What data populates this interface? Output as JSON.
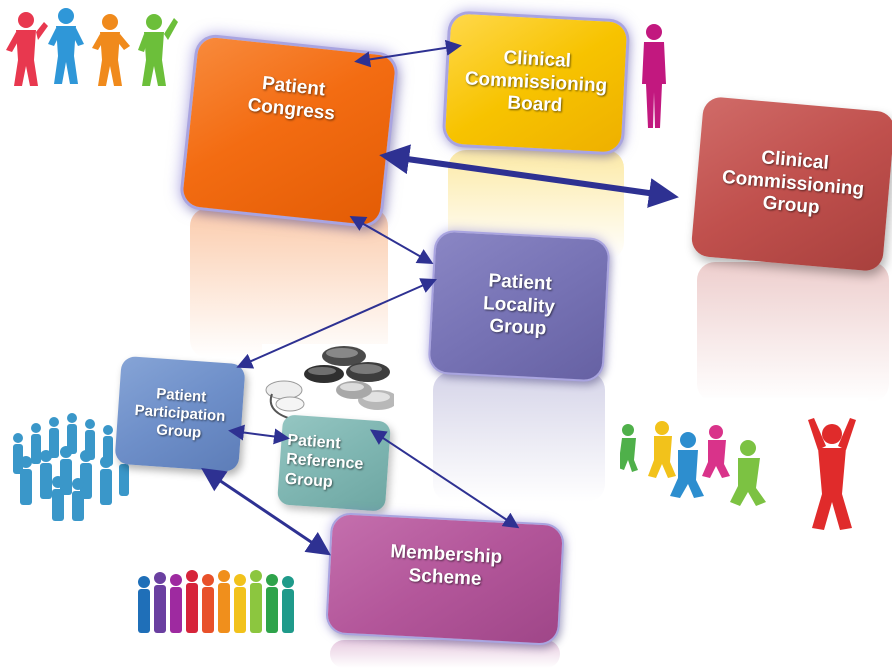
{
  "nodes": {
    "patient_congress": {
      "label": "Patient\nCongress",
      "color": "#f36c12"
    },
    "ccb": {
      "label": "Clinical\nCommissioning\nBoard",
      "color": "#f7c300"
    },
    "ccg": {
      "label": "Clinical\nCommissioning\nGroup",
      "color": "#c0504d"
    },
    "plg": {
      "label": "Patient\nLocality\nGroup",
      "color": "#7773b5"
    },
    "ppg": {
      "label": "Patient\nParticipation\nGroup",
      "color": "#6e8fc9"
    },
    "prg": {
      "label": "Patient\nReference\nGroup",
      "color": "#7fb6b2"
    },
    "membership": {
      "label": "Membership\nScheme",
      "color": "#b3569a"
    }
  },
  "connectors": [
    {
      "from": "patient_congress",
      "to": "ccb",
      "style": "thin"
    },
    {
      "from": "patient_congress",
      "to": "ccg",
      "style": "thick"
    },
    {
      "from": "patient_congress",
      "to": "plg",
      "style": "thin"
    },
    {
      "from": "plg",
      "to": "ppg",
      "style": "thin"
    },
    {
      "from": "ppg",
      "to": "prg",
      "style": "thin"
    },
    {
      "from": "prg",
      "to": "membership",
      "style": "thin"
    },
    {
      "from": "ppg",
      "to": "membership",
      "style": "medium"
    }
  ],
  "connector_color": "#2e3192"
}
